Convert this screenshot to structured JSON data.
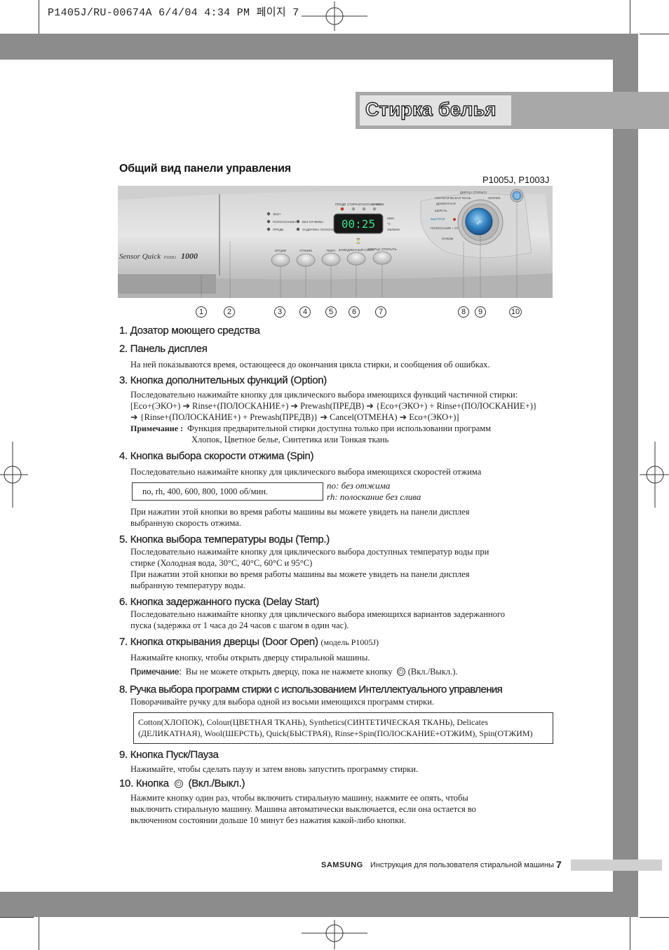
{
  "print_header": "P1405J/RU-00674A  6/4/04  4:34 PM  페이지 7",
  "title": "Стирка белья",
  "section_heading": "Общий вид панели управления",
  "model_label": "P1005J, P1003J",
  "panel": {
    "brand_text": "Sensor Quick",
    "model_small": "P1005J",
    "model_large": "1000",
    "display_value": "00:25",
    "display_icon_label": "⏳",
    "option_indicators": [
      "ЭКО+",
      "ПОЛОСКАНИЕ+",
      "ПРЕДВ"
    ],
    "option_indicators_right": [
      "БЕЗ ОТЖИМА",
      "ЗАДЕРЖКА ПОЛОСКАНИЯ"
    ],
    "status_labels": [
      "ПРЕДВ",
      "СТИРКА",
      "ПОЛОСКАНИЕ",
      "ОТЖИМ"
    ],
    "display_side_labels": [
      "МИН",
      "°C",
      "ОБ/МИН"
    ],
    "buttons": [
      "ОПЦИИ",
      "ОТЖИМ",
      "ТЕМП.",
      "ЗАМЕДЛЕННЫЙ СТАРТ",
      "ДВЕРЦА ОТКРЫТЬ"
    ],
    "dial_labels": [
      "ДВЕРЦА ОТКРЫТА",
      "СИНТЕТИЧЕСКАЯ ТКАНЬ",
      "ХЛОПОК",
      "ДЕЛИКАТНАЯ",
      "ШЕРСТЬ",
      "БЫСТРАЯ",
      "ПОЛОСКАНИЕ + ОТЖИМ",
      "ОТЖИМ"
    ],
    "power_symbol": "⏻"
  },
  "callouts": [
    "1",
    "2",
    "3",
    "4",
    "5",
    "6",
    "7",
    "8",
    "9",
    "10"
  ],
  "items": {
    "i1": {
      "heading": "1. Дозатор моющего средства"
    },
    "i2": {
      "heading": "2. Панель дисплея",
      "text": "На ней показываются время, остающееся до окончания цикла стирки, и сообщения об ошибках."
    },
    "i3": {
      "heading": "3. Кнопка дополнительных функций (Option)",
      "line1": "Последовательно нажимайте кнопку для циклического выбора имеющихся функций частичной стирки:",
      "line2": "[Eco+(ЭКО+) ➔ Rinse+(ПОЛОСКАНИЕ+) ➔ Prewash(ПРЕДВ) ➔ {Eco+(ЭКО+) + Rinse+(ПОЛОСКАНИЕ+)}",
      "line3": "➔ {Rinse+(ПОЛОСКАНИЕ+) + Prewash(ПРЕДВ)} ➔ Cancel(ОТМЕНА) ➔ Eco+(ЭКО+)]",
      "note_label": "Примечание :",
      "note_line1": "Функция предварительной стирки доступна только при использовании программ",
      "note_line2": "Хлопок, Цветное белье, Синтетика или Тонкая ткань"
    },
    "i4": {
      "heading": "4. Кнопка выбора скорости отжима (Spin)",
      "text": "Последовательно нажимайте кнопку для циклического выбора имеющихся скоростей отжима",
      "box": "no,  rh,  400,  600,  800,  1000 об/мин.",
      "legend1": "no: без отжима",
      "legend2": "rh: полоскание без слива",
      "after1": "При нажатии этой кнопки во время работы машины вы можете увидеть на панели дисплея",
      "after2": "выбранную скорость отжима."
    },
    "i5": {
      "heading": "5. Кнопка выбора температуры воды (Temp.)",
      "line1": "Последовательно нажимайте кнопку для циклического выбора доступных температур воды при",
      "line2": "стирке (Холодная вода, 30°C, 40°C, 60°C и 95°C)",
      "line3": "При нажатии этой кнопки во время работы машины вы можете увидеть на панели дисплея",
      "line4": "выбранную температуру воды."
    },
    "i6": {
      "heading": "6. Кнопка задержанного пуска (Delay Start)",
      "line1": "Последовательно нажимайте кнопку для циклического выбора имеющихся вариантов задержанного",
      "line2": "пуска (задержка от 1 часа до 24 часов с шагом в один час)."
    },
    "i7": {
      "heading": "7. Кнопка открывания дверцы (Door Open)",
      "heading_note": "(модель P1005J)",
      "text": "Нажимайте кнопку, чтобы открыть дверцу стиральной машины.",
      "note_label": "Примечание:",
      "note_text_a": "Вы не можете открыть дверцу, пока не нажмете кнопку",
      "note_text_b": "(Вкл./Выкл.)."
    },
    "i8": {
      "heading": "8. Ручка выбора программ стирки с использованием Интеллектуального управления",
      "text": "Поворачивайте ручку для выбора одной из восьми имеющихся программ стирки.",
      "box_line1": "Cotton(ХЛОПОК), Colour(ЦВЕТНАЯ ТКАНЬ), Synthetics(СИНТЕТИЧЕСКАЯ ТКАНЬ), Delicates",
      "box_line2": "(ДЕЛИКАТНАЯ), Wool(ШЕРСТЬ), Quick(БЫСТРАЯ), Rinse+Spin(ПОЛОСКАНИЕ+ОТЖИМ), Spin(ОТЖИМ)"
    },
    "i9": {
      "heading": "9. Кнопка Пуск/Пауза",
      "text": "Нажимайте, чтобы сделать паузу и затем вновь запустить программу стирки."
    },
    "i10": {
      "heading_a": "10. Кнопка",
      "heading_b": "(Вкл./Выкл.)",
      "line1": "Нажмите кнопку один раз, чтобы включить стиральную машину, нажмите ее опять, чтобы",
      "line2": "выключить стиральную машину. Машина автоматически выключается, если она остается во",
      "line3": "включенном состоянии дольше 10 минут без нажатия какой-либо кнопки."
    }
  },
  "footer": {
    "brand": "SAMSUNG",
    "text": "Инструкция для пользователя стиральной машины",
    "page": "7"
  }
}
